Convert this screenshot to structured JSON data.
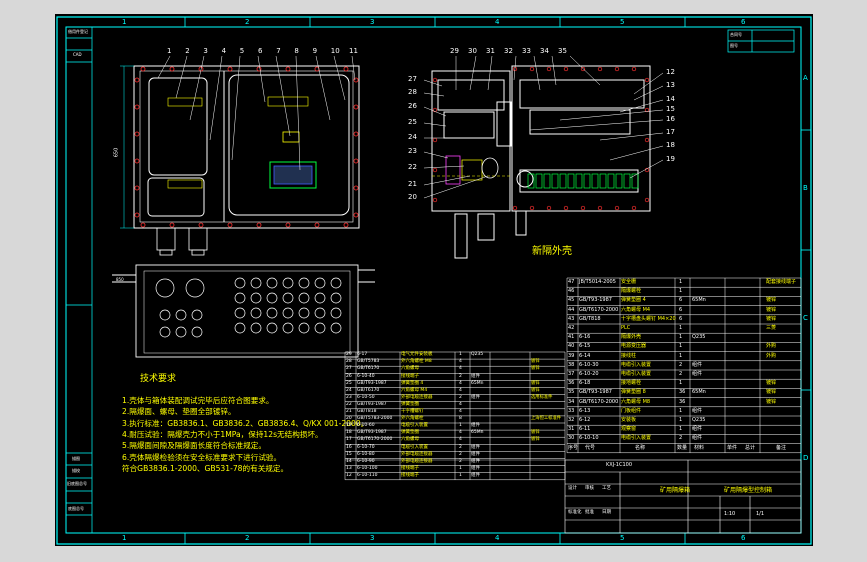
{
  "colors": {
    "background": "#d8d8d8",
    "sheet": "#000000",
    "frame": "#00ffff",
    "outline": "#ffffff",
    "text_main": "#ffff00",
    "accent_red": "#ff3030",
    "accent_green": "#00ff40",
    "accent_magenta": "#ff40ff",
    "accent_blue": "#4060ff"
  },
  "border": {
    "top_zones": [
      "1",
      "2",
      "3",
      "4",
      "5",
      "6"
    ],
    "bottom_zones": [
      "1",
      "2",
      "3",
      "4",
      "5",
      "6"
    ],
    "right_zones": [
      "A",
      "B",
      "C",
      "D"
    ]
  },
  "title_block": {
    "drawing_number": "KXJ-1C100",
    "product_name": "矿用隔爆箱",
    "product_name_full": "矿用隔爆型控制箱",
    "scale": "1:10",
    "sheet": "1/1",
    "company": "",
    "left_labels": [
      "设计",
      "审核",
      "工艺",
      "标准化",
      "批准",
      "日期"
    ]
  },
  "left_strip": {
    "top_labels": [
      "借用件登记",
      "CAD"
    ],
    "bottom_labels": [
      "描图",
      "描校",
      "旧底图总号",
      "底图总号"
    ]
  },
  "top_right_box": [
    "合同号",
    "图号"
  ],
  "views": {
    "main_view_callouts": [
      "1",
      "2",
      "3",
      "4",
      "5",
      "6",
      "7",
      "8",
      "9",
      "10",
      "11"
    ],
    "side_view_callouts_top": [
      "29",
      "30",
      "31",
      "32",
      "33",
      "34",
      "35"
    ],
    "side_view_callouts_left": [
      "27",
      "28",
      "26",
      "25",
      "24",
      "23",
      "22",
      "21",
      "20"
    ],
    "side_view_callouts_right": [
      "12",
      "13",
      "14",
      "15",
      "16",
      "17",
      "18",
      "19"
    ],
    "external_view_title": "新隔外壳",
    "dimension_height": "650",
    "dimension_width": "850"
  },
  "technical_requirements": {
    "title": "技术要求",
    "items": [
      "1.壳体与箱体装配调试完毕后应符合图要求。",
      "2.隔爆面、螺母、垫圈全部镀锌。",
      "3.执行标准：GB3836.1、GB3836.2、GB3836.4、Q/KX 001-2000。",
      "4.耐压试验：隔爆壳力不小于1MPa，保持12s无结构损坏。",
      "5.隔爆面间隙及隔爆面长度符合标准规定。",
      "6.壳体隔爆检验须在安全标准要求下进行试验。",
      "符合GB3836.1-2000、GB531-78的有关规定。"
    ]
  },
  "bom_right": {
    "rows": [
      {
        "no": "47",
        "code": "JB/T5014-2005",
        "name": "安全栅",
        "qty": "1",
        "mat": "",
        "note": "配套接线端子"
      },
      {
        "no": "46",
        "code": "",
        "name": "隔爆螺栓",
        "qty": "1",
        "mat": "",
        "note": ""
      },
      {
        "no": "45",
        "code": "GB/T93-1987",
        "name": "弹簧垫圈 4",
        "qty": "6",
        "mat": "65Mn",
        "note": "镀锌"
      },
      {
        "no": "44",
        "code": "GB/T6170-2000",
        "name": "六角螺母 M4",
        "qty": "6",
        "mat": "",
        "note": "镀锌"
      },
      {
        "no": "43",
        "code": "GB/T818",
        "name": "十字槽盘头螺钉 M4×20",
        "qty": "6",
        "mat": "",
        "note": "镀锌"
      },
      {
        "no": "42",
        "code": "",
        "name": "PLC",
        "qty": "1",
        "mat": "",
        "note": "三菱"
      },
      {
        "no": "41",
        "code": "6-16",
        "name": "隔爆外壳",
        "qty": "1",
        "mat": "Q235",
        "note": ""
      },
      {
        "no": "40",
        "code": "6-15",
        "name": "电源变压器",
        "qty": "1",
        "mat": "",
        "note": "外购"
      },
      {
        "no": "39",
        "code": "6-14",
        "name": "接线柱",
        "qty": "1",
        "mat": "",
        "note": "外购"
      },
      {
        "no": "38",
        "code": "6-10-30",
        "name": "电缆引入装置",
        "qty": "2",
        "mat": "组件",
        "note": ""
      },
      {
        "no": "37",
        "code": "6-10-20",
        "name": "电缆引入装置",
        "qty": "2",
        "mat": "组件",
        "note": ""
      },
      {
        "no": "36",
        "code": "6-18",
        "name": "接地螺栓",
        "qty": "1",
        "mat": "",
        "note": "镀锌"
      },
      {
        "no": "35",
        "code": "GB/T93-1987",
        "name": "弹簧垫圈 8",
        "qty": "36",
        "mat": "65Mn",
        "note": "镀锌"
      },
      {
        "no": "34",
        "code": "GB/T6170-2000",
        "name": "六角螺母 M8",
        "qty": "36",
        "mat": "",
        "note": "镀锌"
      },
      {
        "no": "33",
        "code": "6-13",
        "name": "门板组件",
        "qty": "1",
        "mat": "组件",
        "note": ""
      },
      {
        "no": "32",
        "code": "6-12",
        "name": "安装板",
        "qty": "1",
        "mat": "Q235",
        "note": ""
      },
      {
        "no": "31",
        "code": "6-11",
        "name": "观察窗",
        "qty": "1",
        "mat": "组件",
        "note": ""
      },
      {
        "no": "30",
        "code": "6-10-10",
        "name": "电缆引入装置",
        "qty": "2",
        "mat": "组件",
        "note": ""
      }
    ],
    "header": [
      "序号",
      "代号",
      "名称",
      "数量",
      "材料",
      "单件",
      "总计",
      "备注"
    ]
  },
  "bom_center": {
    "rows": [
      {
        "no": "29",
        "code": "6-17",
        "name": "电气元件安装板",
        "qty": "1",
        "mat": "Q235",
        "note": ""
      },
      {
        "no": "28",
        "code": "GB/T5783",
        "name": "外六角螺栓 M8",
        "qty": "4",
        "mat": "",
        "note": "镀锌"
      },
      {
        "no": "27",
        "code": "GB/T6170",
        "name": "六角螺母",
        "qty": "4",
        "mat": "",
        "note": "镀锌"
      },
      {
        "no": "26",
        "code": "6-10-40",
        "name": "接线端子",
        "qty": "2",
        "mat": "组件",
        "note": ""
      },
      {
        "no": "25",
        "code": "GB/T93-1987",
        "name": "弹簧垫圈 4",
        "qty": "4",
        "mat": "65Mn",
        "note": "镀锌"
      },
      {
        "no": "24",
        "code": "GB/T6170",
        "name": "六角螺母 M4",
        "qty": "4",
        "mat": "",
        "note": "镀锌"
      },
      {
        "no": "23",
        "code": "6-10-50",
        "name": "外部电缆连接器",
        "qty": "2",
        "mat": "组件",
        "note": "选用标准件"
      },
      {
        "no": "22",
        "code": "GB/T93-1987",
        "name": "弹簧垫圈",
        "qty": "4",
        "mat": "",
        "note": ""
      },
      {
        "no": "21",
        "code": "GB/T818",
        "name": "十字槽螺钉",
        "qty": "4",
        "mat": "",
        "note": ""
      },
      {
        "no": "20",
        "code": "GB/T5783-2000",
        "name": "外六角螺栓",
        "qty": "8",
        "mat": "",
        "note": "上海恒工标准件"
      },
      {
        "no": "19",
        "code": "6-10-60",
        "name": "电缆引入装置",
        "qty": "1",
        "mat": "组件",
        "note": ""
      },
      {
        "no": "18",
        "code": "GB/T93-1987",
        "name": "弹簧垫圈",
        "qty": "4",
        "mat": "65Mn",
        "note": "镀锌"
      },
      {
        "no": "17",
        "code": "GB/T6170-2000",
        "name": "六角螺母",
        "qty": "4",
        "mat": "",
        "note": "镀锌"
      },
      {
        "no": "16",
        "code": "6-10-70",
        "name": "电缆引入装置",
        "qty": "2",
        "mat": "组件",
        "note": ""
      },
      {
        "no": "15",
        "code": "6-10-80",
        "name": "外部电缆连接器",
        "qty": "2",
        "mat": "组件",
        "note": ""
      },
      {
        "no": "14",
        "code": "6-10-90",
        "name": "外部电缆连接器",
        "qty": "2",
        "mat": "组件",
        "note": ""
      },
      {
        "no": "13",
        "code": "6-10-100",
        "name": "接线端子",
        "qty": "1",
        "mat": "组件",
        "note": ""
      },
      {
        "no": "12",
        "code": "6-10-110",
        "name": "接线端子",
        "qty": "1",
        "mat": "组件",
        "note": ""
      }
    ]
  }
}
